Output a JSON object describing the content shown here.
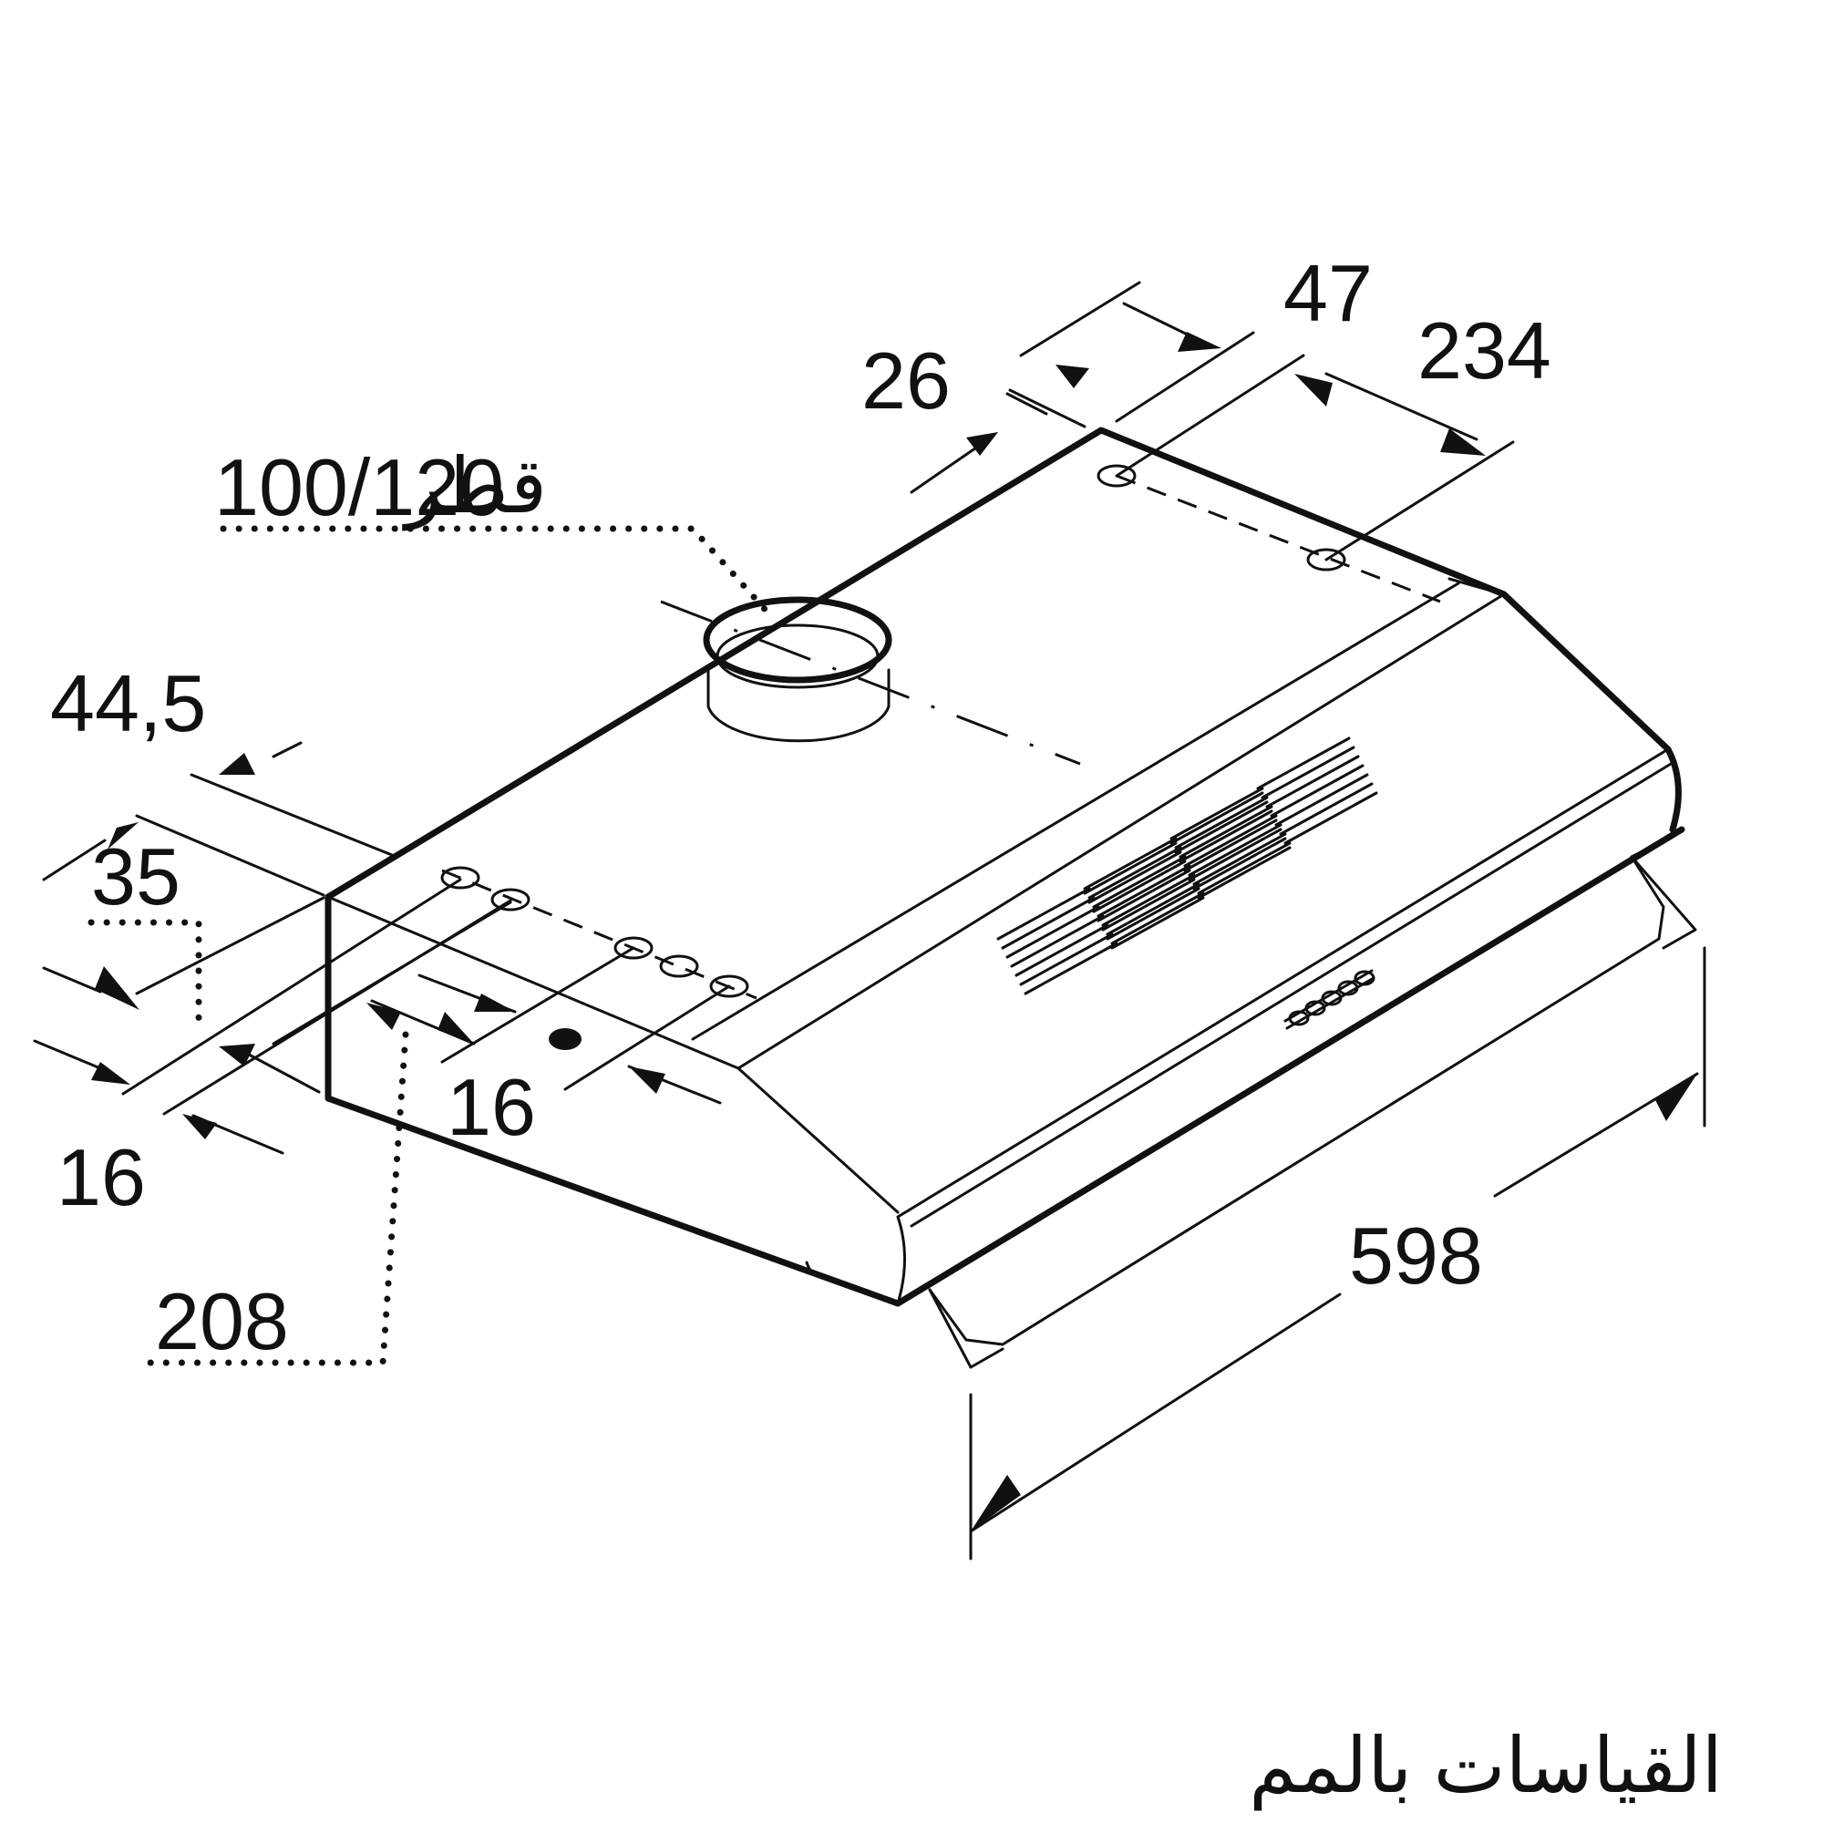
{
  "diagram": {
    "dimensions": {
      "d47": "47",
      "d234": "234",
      "d26": "26",
      "diameter_value": "100/120",
      "d44_5": "44,5",
      "d35": "35",
      "d16_left": "16",
      "d16_mid": "16",
      "d208": "208",
      "d598": "598"
    },
    "labels": {
      "diameter": "قطر",
      "units_note": "القياسات بالمم"
    }
  }
}
